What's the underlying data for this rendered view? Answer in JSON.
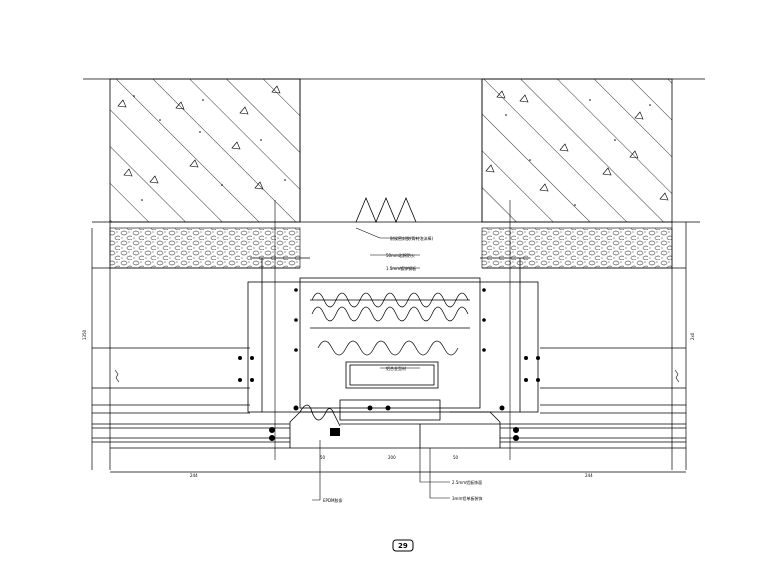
{
  "drawing": {
    "page_number": "29",
    "dimensions": {
      "left_block": "244",
      "center_left": "50",
      "center": "200",
      "center_right": "50",
      "right_block": "244",
      "left_vertical_total": "1350",
      "right_vertical_total": "2x0"
    },
    "callouts": [
      {
        "id": "c1",
        "text": "耐候密封胶(背衬泡沫棒)"
      },
      {
        "id": "c2",
        "text": "50mm岩棉防火"
      },
      {
        "id": "c3",
        "text": "1.5mm镀锌钢板"
      },
      {
        "id": "c4",
        "text": "铝合金型材"
      },
      {
        "id": "c5",
        "text": "EPDM胶条"
      },
      {
        "id": "c6",
        "text": "2.5mm铝板饰面"
      },
      {
        "id": "c7",
        "text": "3mm铝单板装饰"
      }
    ],
    "colors": {
      "line": "#000000",
      "background": "#ffffff"
    }
  }
}
